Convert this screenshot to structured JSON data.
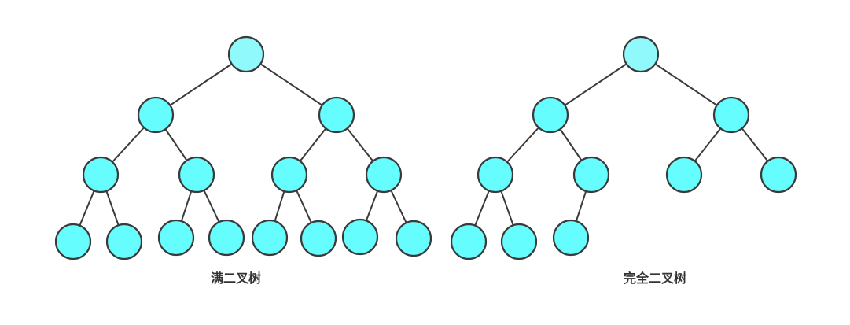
{
  "colors": {
    "root_fill": "#8ff9fb",
    "node_fill": "#66fdff",
    "stroke": "#3a3a3a",
    "caption": "#333333"
  },
  "full_tree": {
    "caption": "满二叉树",
    "node_count": 15
  },
  "complete_tree": {
    "caption": "完全二叉树",
    "node_count": 10
  }
}
